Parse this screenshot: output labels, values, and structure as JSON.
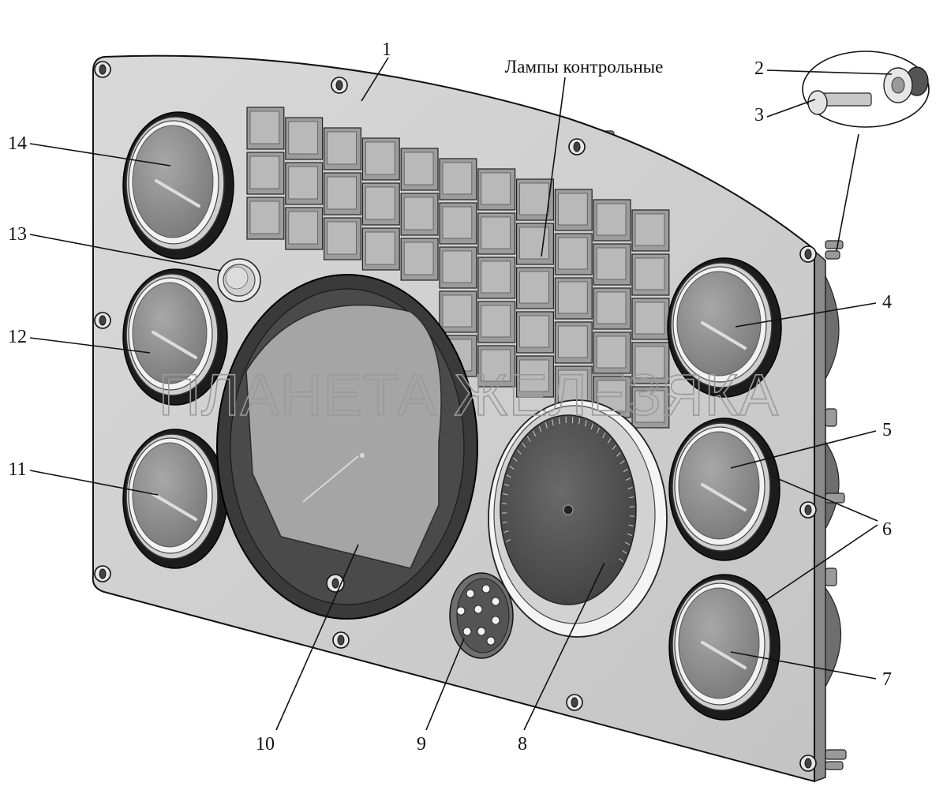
{
  "diagram": {
    "title_label": "Лампы контрольные",
    "watermark": "ПЛАНЕТА ЖЕЛЕЗЯКА",
    "callouts": [
      {
        "id": "1",
        "text": "1"
      },
      {
        "id": "2",
        "text": "2"
      },
      {
        "id": "3",
        "text": "3"
      },
      {
        "id": "4",
        "text": "4"
      },
      {
        "id": "5",
        "text": "5"
      },
      {
        "id": "6",
        "text": "6"
      },
      {
        "id": "7",
        "text": "7"
      },
      {
        "id": "8",
        "text": "8"
      },
      {
        "id": "9",
        "text": "9"
      },
      {
        "id": "10",
        "text": "10"
      },
      {
        "id": "11",
        "text": "11"
      },
      {
        "id": "12",
        "text": "12"
      },
      {
        "id": "13",
        "text": "13"
      },
      {
        "id": "14",
        "text": "14"
      }
    ]
  }
}
